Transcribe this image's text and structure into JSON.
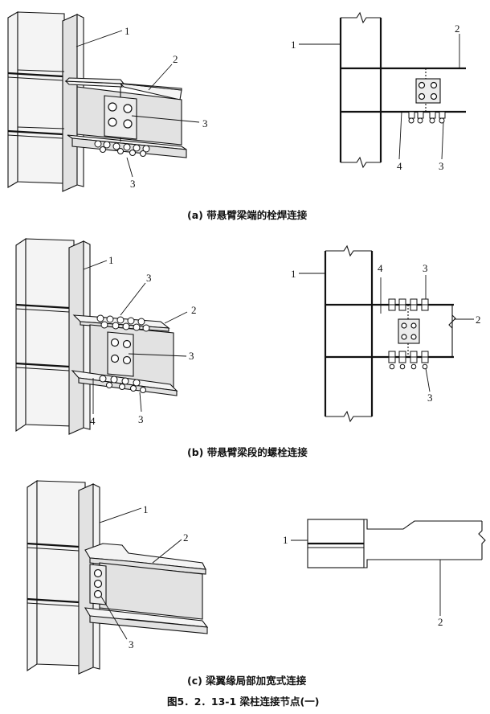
{
  "labels": {
    "member_1": "1",
    "member_2": "2",
    "member_3": "3",
    "member_4": "4"
  },
  "captions": {
    "a": "(a) 带悬臂梁端的栓焊连接",
    "b": "(b) 带悬臂梁段的螺栓连接",
    "c": "(c) 梁翼缘局部加宽式连接",
    "figure": "图5．2．13-1 梁柱连接节点(一)"
  }
}
